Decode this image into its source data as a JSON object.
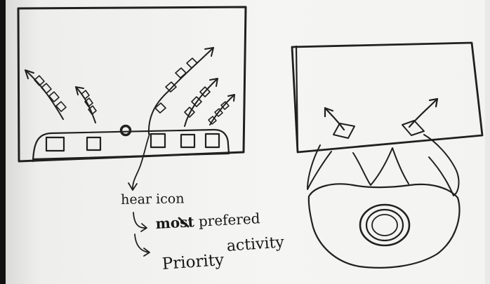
{
  "notes": {
    "line1": "hear icon",
    "line2_prefix": "most",
    "line2_rest": " prefered",
    "line3": "activity",
    "line4": "Priority"
  }
}
